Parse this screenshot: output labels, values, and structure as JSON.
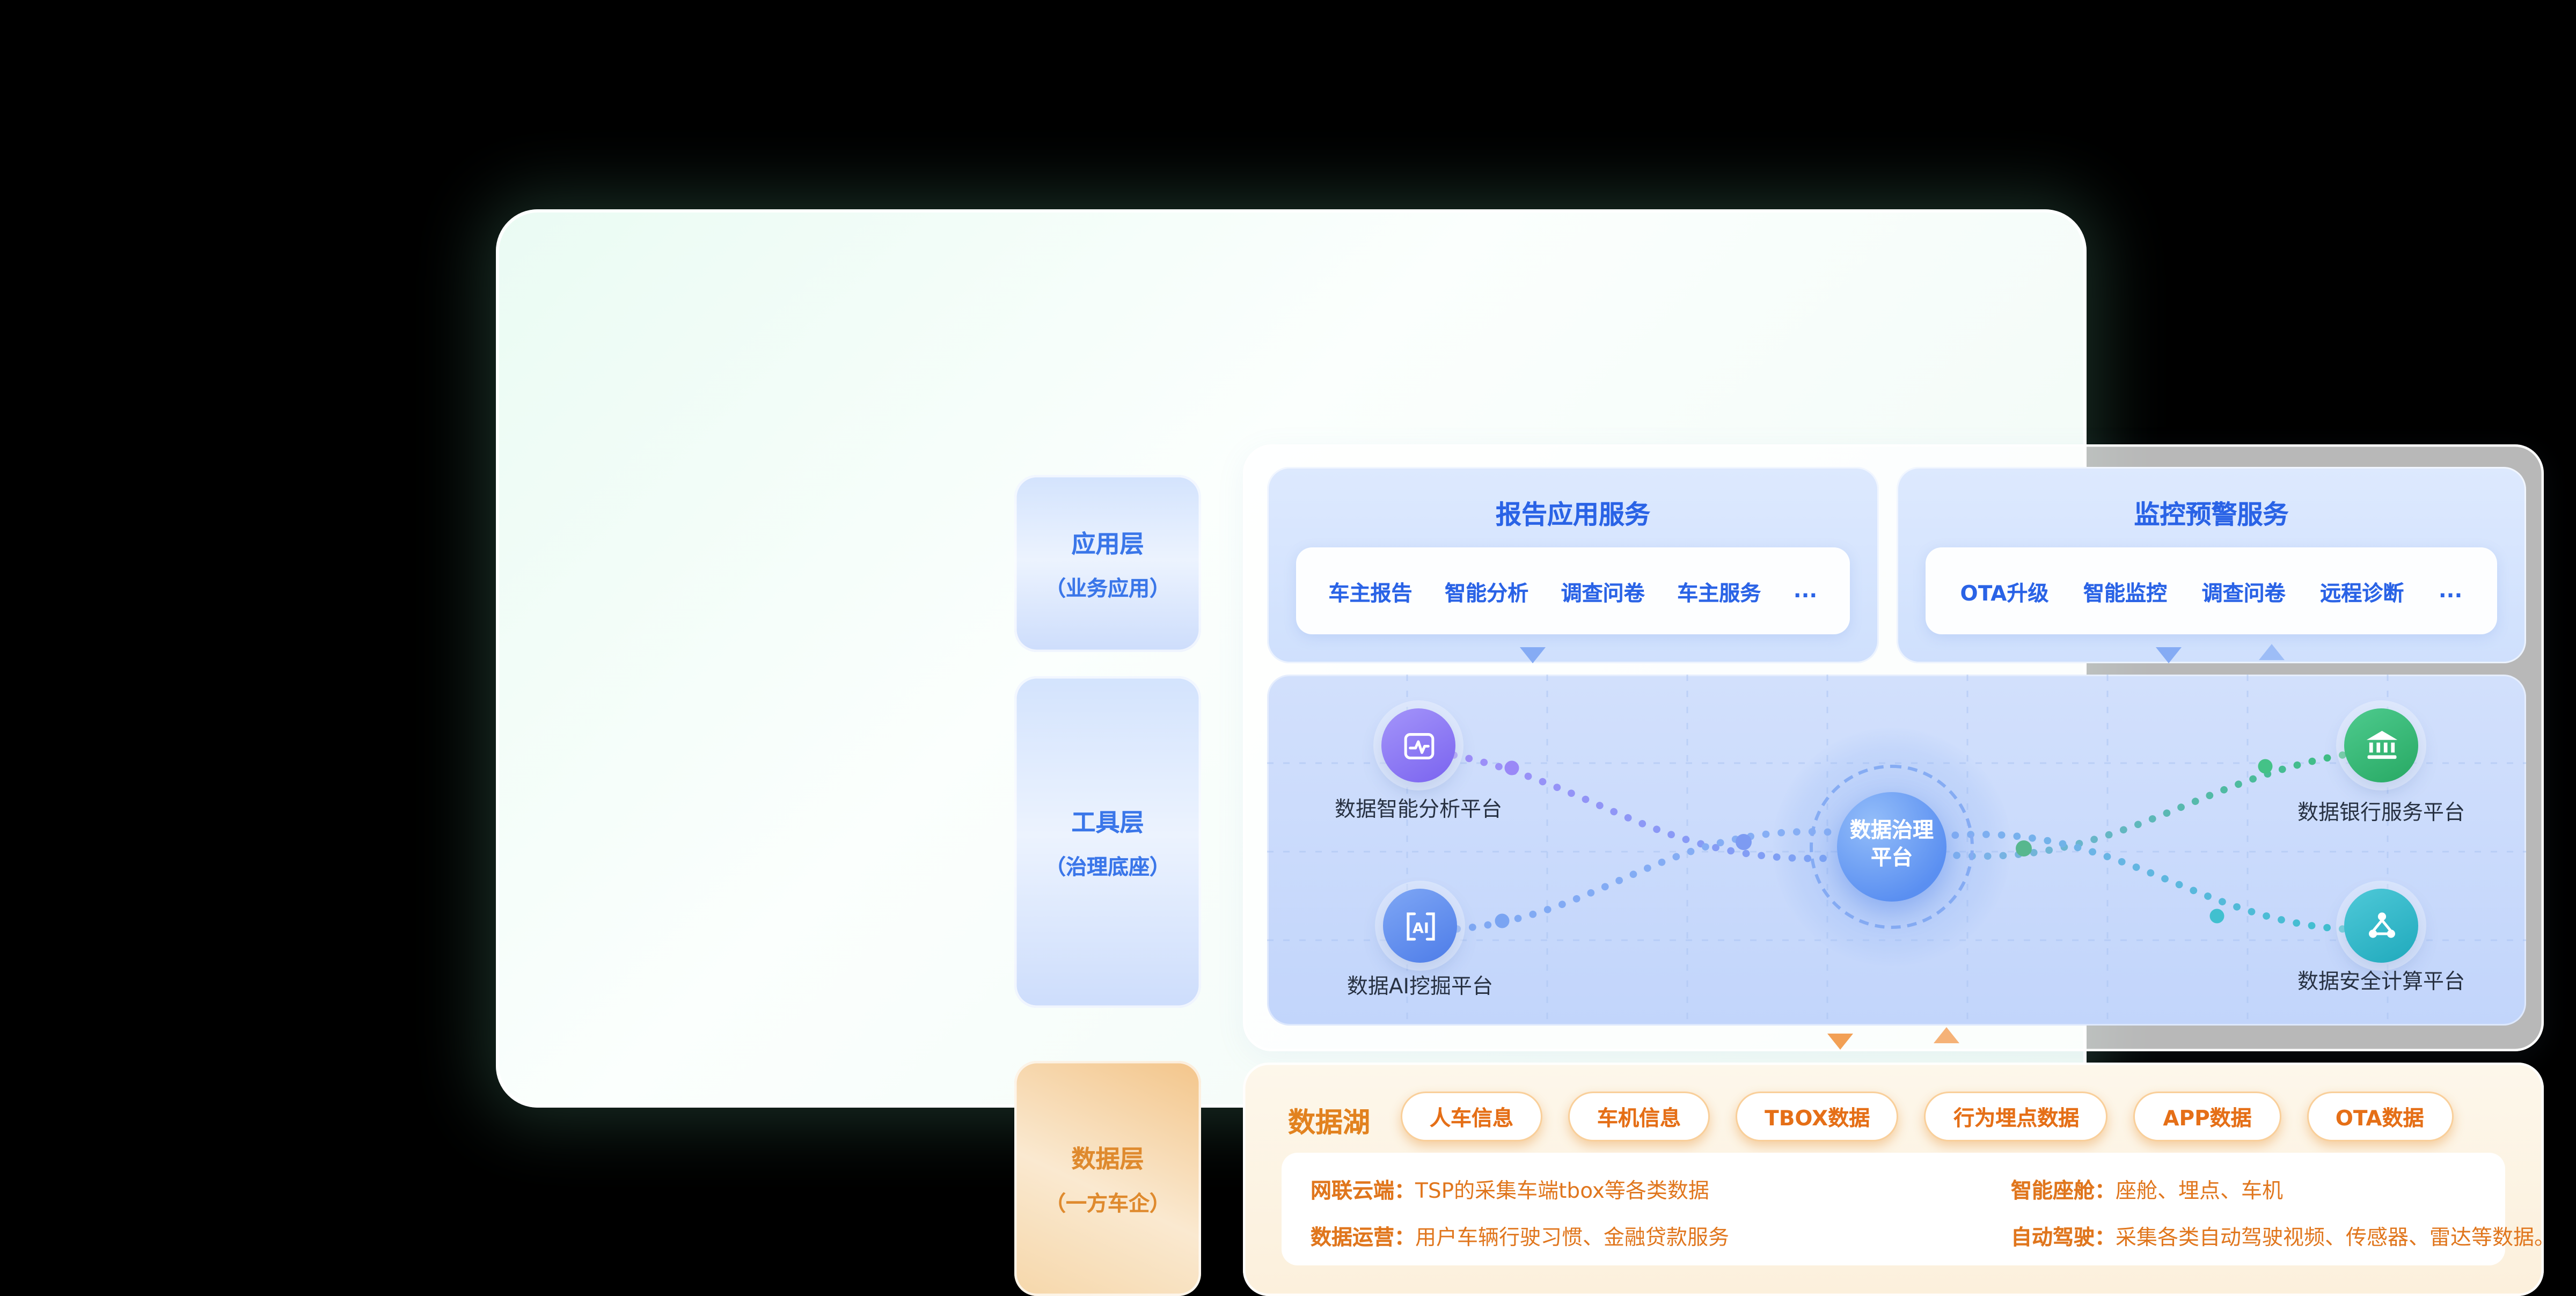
{
  "layers": {
    "app": {
      "title": "应用层",
      "subtitle": "（业务应用）"
    },
    "tool": {
      "title": "工具层",
      "subtitle": "（治理底座）"
    },
    "data": {
      "title": "数据层",
      "subtitle": "（一方车企）"
    }
  },
  "services": {
    "report": {
      "title": "报告应用服务",
      "items": [
        "车主报告",
        "智能分析",
        "调查问卷",
        "车主服务",
        "..."
      ]
    },
    "monitor": {
      "title": "监控预警服务",
      "items": [
        "OTA升级",
        "智能监控",
        "调查问卷",
        "远程诊断",
        "..."
      ]
    }
  },
  "platform": {
    "center": {
      "line1": "数据治理",
      "line2": "平台"
    },
    "nodes": {
      "analysis": {
        "label": "数据智能分析平台",
        "color": "#8b7cf6"
      },
      "ai": {
        "label": "数据AI挖掘平台",
        "icon_text": "AI",
        "color": "#5b8def"
      },
      "bank": {
        "label": "数据银行服务平台",
        "color": "#34b876"
      },
      "security": {
        "label": "数据安全计算平台",
        "color": "#2fb9c6"
      }
    }
  },
  "datalake": {
    "title": "数据湖",
    "tags": [
      "人车信息",
      "车机信息",
      "TBOX数据",
      "行为埋点数据",
      "APP数据",
      "OTA数据"
    ],
    "notes": {
      "cloud": {
        "label": "网联云端：",
        "text": "TSP的采集车端tbox等各类数据"
      },
      "cabin": {
        "label": "智能座舱：",
        "text": "座舱、埋点、车机"
      },
      "ops": {
        "label": "数据运营：",
        "text": "用户车辆行驶习惯、金融贷款服务"
      },
      "ad": {
        "label": "自动驾驶：",
        "text": "采集各类自动驾驶视频、传感器、雷达等数据。"
      }
    }
  },
  "colors": {
    "accent_blue": "#2a63e6",
    "accent_orange": "#e2821f",
    "panel_blue": "#c2d5fb",
    "frame_mint": "#eafbf3"
  }
}
